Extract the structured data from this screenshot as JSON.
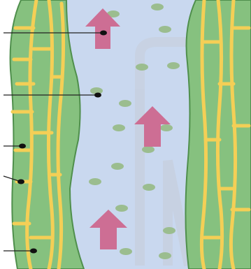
{
  "diagram": {
    "kind": "cross-section of a plant vessel with upward flow",
    "colors": {
      "background": "#ffffff",
      "cell_wall_green": "#86c17f",
      "cell_wall_dark": "#4f8f4c",
      "lignin_yellow": "#f4cf56",
      "channel_fill": "#c9d8ef",
      "particle": "#9bbd8f",
      "flow_arrow": "#cd6e94",
      "leader_line": "#222222",
      "watermark": "#c7cdd8"
    },
    "flow_direction": "up",
    "arrow_count": 3,
    "leader_line_count": 5,
    "label_texts": []
  }
}
